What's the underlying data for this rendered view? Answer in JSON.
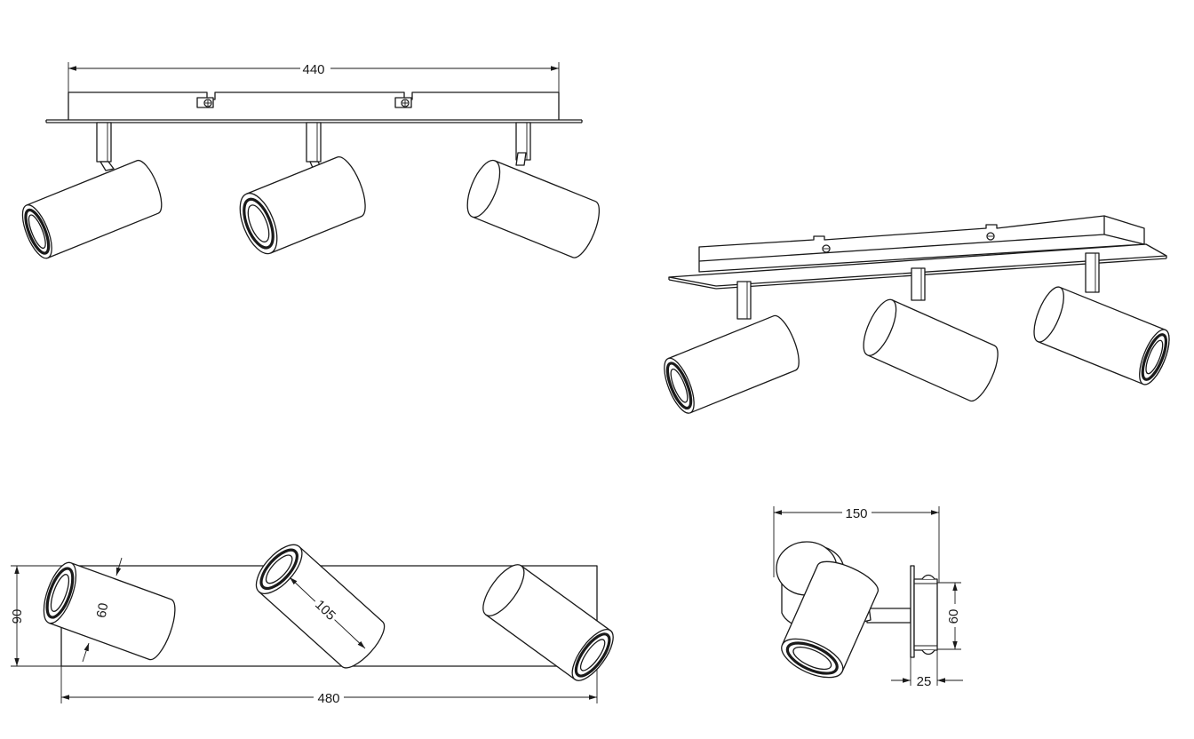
{
  "dimensions": {
    "bar_length": "440",
    "total_length": "480",
    "depth": "90",
    "head_diameter": "60",
    "head_length": "105",
    "projection": "150",
    "plate_height": "60",
    "plate_offset": "25"
  }
}
